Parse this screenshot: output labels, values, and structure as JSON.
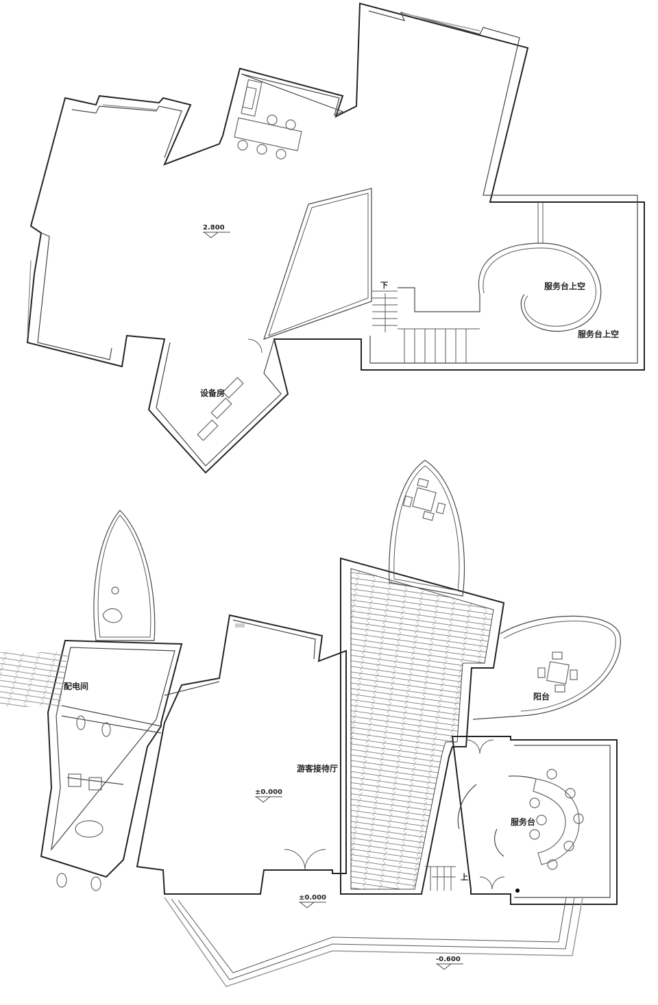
{
  "upper_plan": {
    "rooms": [
      {
        "id": "equipment-room",
        "label": "设备房"
      },
      {
        "id": "void-above-service-desk-1",
        "label": "服务台上空"
      },
      {
        "id": "void-above-service-desk-2",
        "label": "服务台上空"
      }
    ],
    "levels": [
      {
        "id": "upper-level",
        "value": "2.800"
      }
    ],
    "stair_label": "下"
  },
  "lower_plan": {
    "rooms": [
      {
        "id": "distribution-room",
        "label": "配电间"
      },
      {
        "id": "visitor-reception-hall",
        "label": "游客接待厅"
      },
      {
        "id": "balcony",
        "label": "阳台"
      },
      {
        "id": "service-desk",
        "label": "服务台"
      }
    ],
    "levels": [
      {
        "id": "hall-level",
        "value": "±0.000"
      },
      {
        "id": "entrance-level",
        "value": "±0.000"
      },
      {
        "id": "ground-level",
        "value": "-0.600"
      }
    ],
    "stair_label": "上"
  },
  "colors": {
    "wall": "#222222",
    "hatch": "#888888",
    "background": "#ffffff"
  }
}
